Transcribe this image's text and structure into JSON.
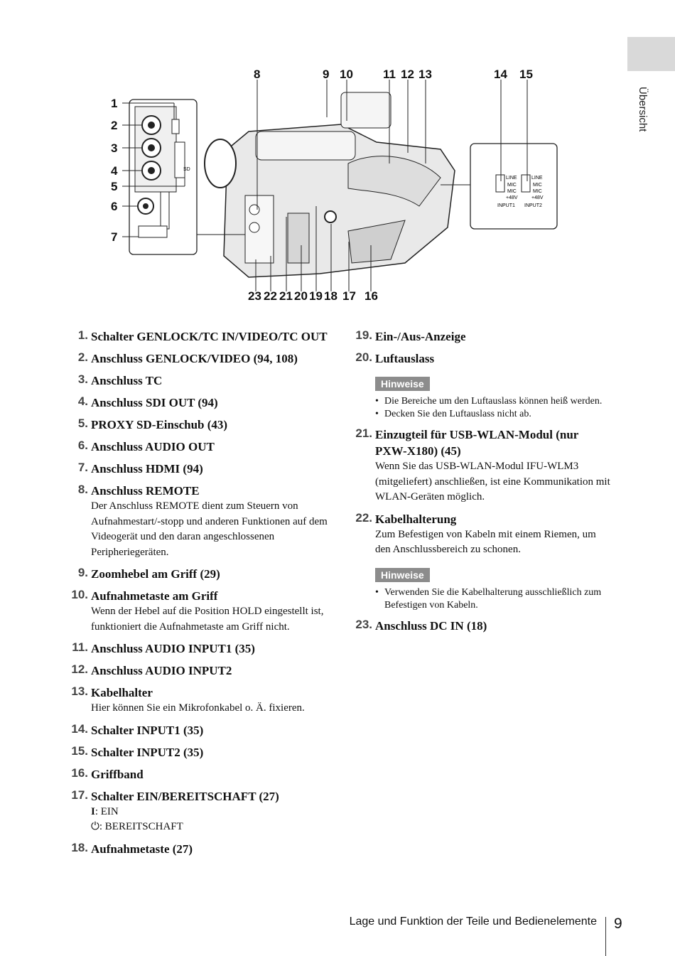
{
  "side_tab": {
    "label": "Übersicht"
  },
  "figure": {
    "callouts_top": [
      "8",
      "9",
      "10",
      "11",
      "12",
      "13",
      "14",
      "15"
    ],
    "callouts_left": [
      "1",
      "2",
      "3",
      "4",
      "5",
      "6",
      "7"
    ],
    "callouts_bottom": [
      "23",
      "22",
      "21",
      "20",
      "19",
      "18",
      "17",
      "16"
    ],
    "panel_labels": {
      "line1": "LINE",
      "mic1": "MIC",
      "mic1b": "MIC",
      "v1": "+48V",
      "input1": "INPUT1",
      "line2": "LINE",
      "mic2": "MIC",
      "mic2b": "MIC",
      "v2": "+48V",
      "input2": "INPUT2",
      "sd": "SD"
    }
  },
  "left_items": [
    {
      "num": "1.",
      "title": "Schalter GENLOCK/TC IN/VIDEO/TC OUT"
    },
    {
      "num": "2.",
      "title": "Anschluss GENLOCK/VIDEO (94, 108)"
    },
    {
      "num": "3.",
      "title": "Anschluss TC"
    },
    {
      "num": "4.",
      "title": "Anschluss SDI OUT (94)"
    },
    {
      "num": "5.",
      "title": "PROXY SD-Einschub (43)"
    },
    {
      "num": "6.",
      "title": "Anschluss AUDIO OUT"
    },
    {
      "num": "7.",
      "title": "Anschluss HDMI (94)"
    },
    {
      "num": "8.",
      "title": "Anschluss REMOTE",
      "desc": "Der Anschluss REMOTE dient zum Steuern von Aufnahmestart/-stopp und anderen Funktionen auf dem Videogerät und den daran angeschlossenen Peripheriegeräten."
    },
    {
      "num": "9.",
      "title": "Zoomhebel am Griff (29)"
    },
    {
      "num": "10.",
      "title": "Aufnahmetaste am Griff",
      "desc": "Wenn der Hebel auf die Position HOLD eingestellt ist, funktioniert die Aufnahmetaste am Griff nicht."
    },
    {
      "num": "11.",
      "title": "Anschluss AUDIO INPUT1 (35)"
    },
    {
      "num": "12.",
      "title": "Anschluss AUDIO INPUT2"
    },
    {
      "num": "13.",
      "title": "Kabelhalter",
      "desc": "Hier können Sie ein Mikrofonkabel o. Ä. fixieren."
    },
    {
      "num": "14.",
      "title": "Schalter INPUT1 (35)"
    },
    {
      "num": "15.",
      "title": "Schalter INPUT2 (35)"
    },
    {
      "num": "16.",
      "title": "Griffband"
    },
    {
      "num": "17.",
      "title": "Schalter EIN/BEREITSCHAFT (27)",
      "line1_sym": "I",
      "line1_text": ": EIN",
      "line2_text": ": BEREITSCHAFT"
    },
    {
      "num": "18.",
      "title": "Aufnahmetaste (27)"
    }
  ],
  "right_items": {
    "i19": {
      "num": "19.",
      "title": "Ein-/Aus-Anzeige"
    },
    "i20": {
      "num": "20.",
      "title": "Luftauslass"
    },
    "note1": {
      "badge": "Hinweise",
      "bullets": [
        "Die Bereiche um den Luftauslass können heiß werden.",
        "Decken Sie den Luftauslass nicht ab."
      ]
    },
    "i21": {
      "num": "21.",
      "title": "Einzugteil für USB-WLAN-Modul (nur PXW-X180) (45)",
      "desc": "Wenn Sie das USB-WLAN-Modul IFU-WLM3 (mitgeliefert) anschließen, ist eine Kommunikation mit WLAN-Geräten möglich."
    },
    "i22": {
      "num": "22.",
      "title": "Kabelhalterung",
      "desc": "Zum Befestigen von Kabeln mit einem Riemen, um den Anschlussbereich zu schonen."
    },
    "note2": {
      "badge": "Hinweise",
      "bullets": [
        "Verwenden Sie die Kabelhalterung ausschließlich zum Befestigen von Kabeln."
      ]
    },
    "i23": {
      "num": "23.",
      "title": "Anschluss DC IN (18)"
    }
  },
  "footer": {
    "text": "Lage und Funktion der Teile und Bedienelemente",
    "page": "9"
  }
}
